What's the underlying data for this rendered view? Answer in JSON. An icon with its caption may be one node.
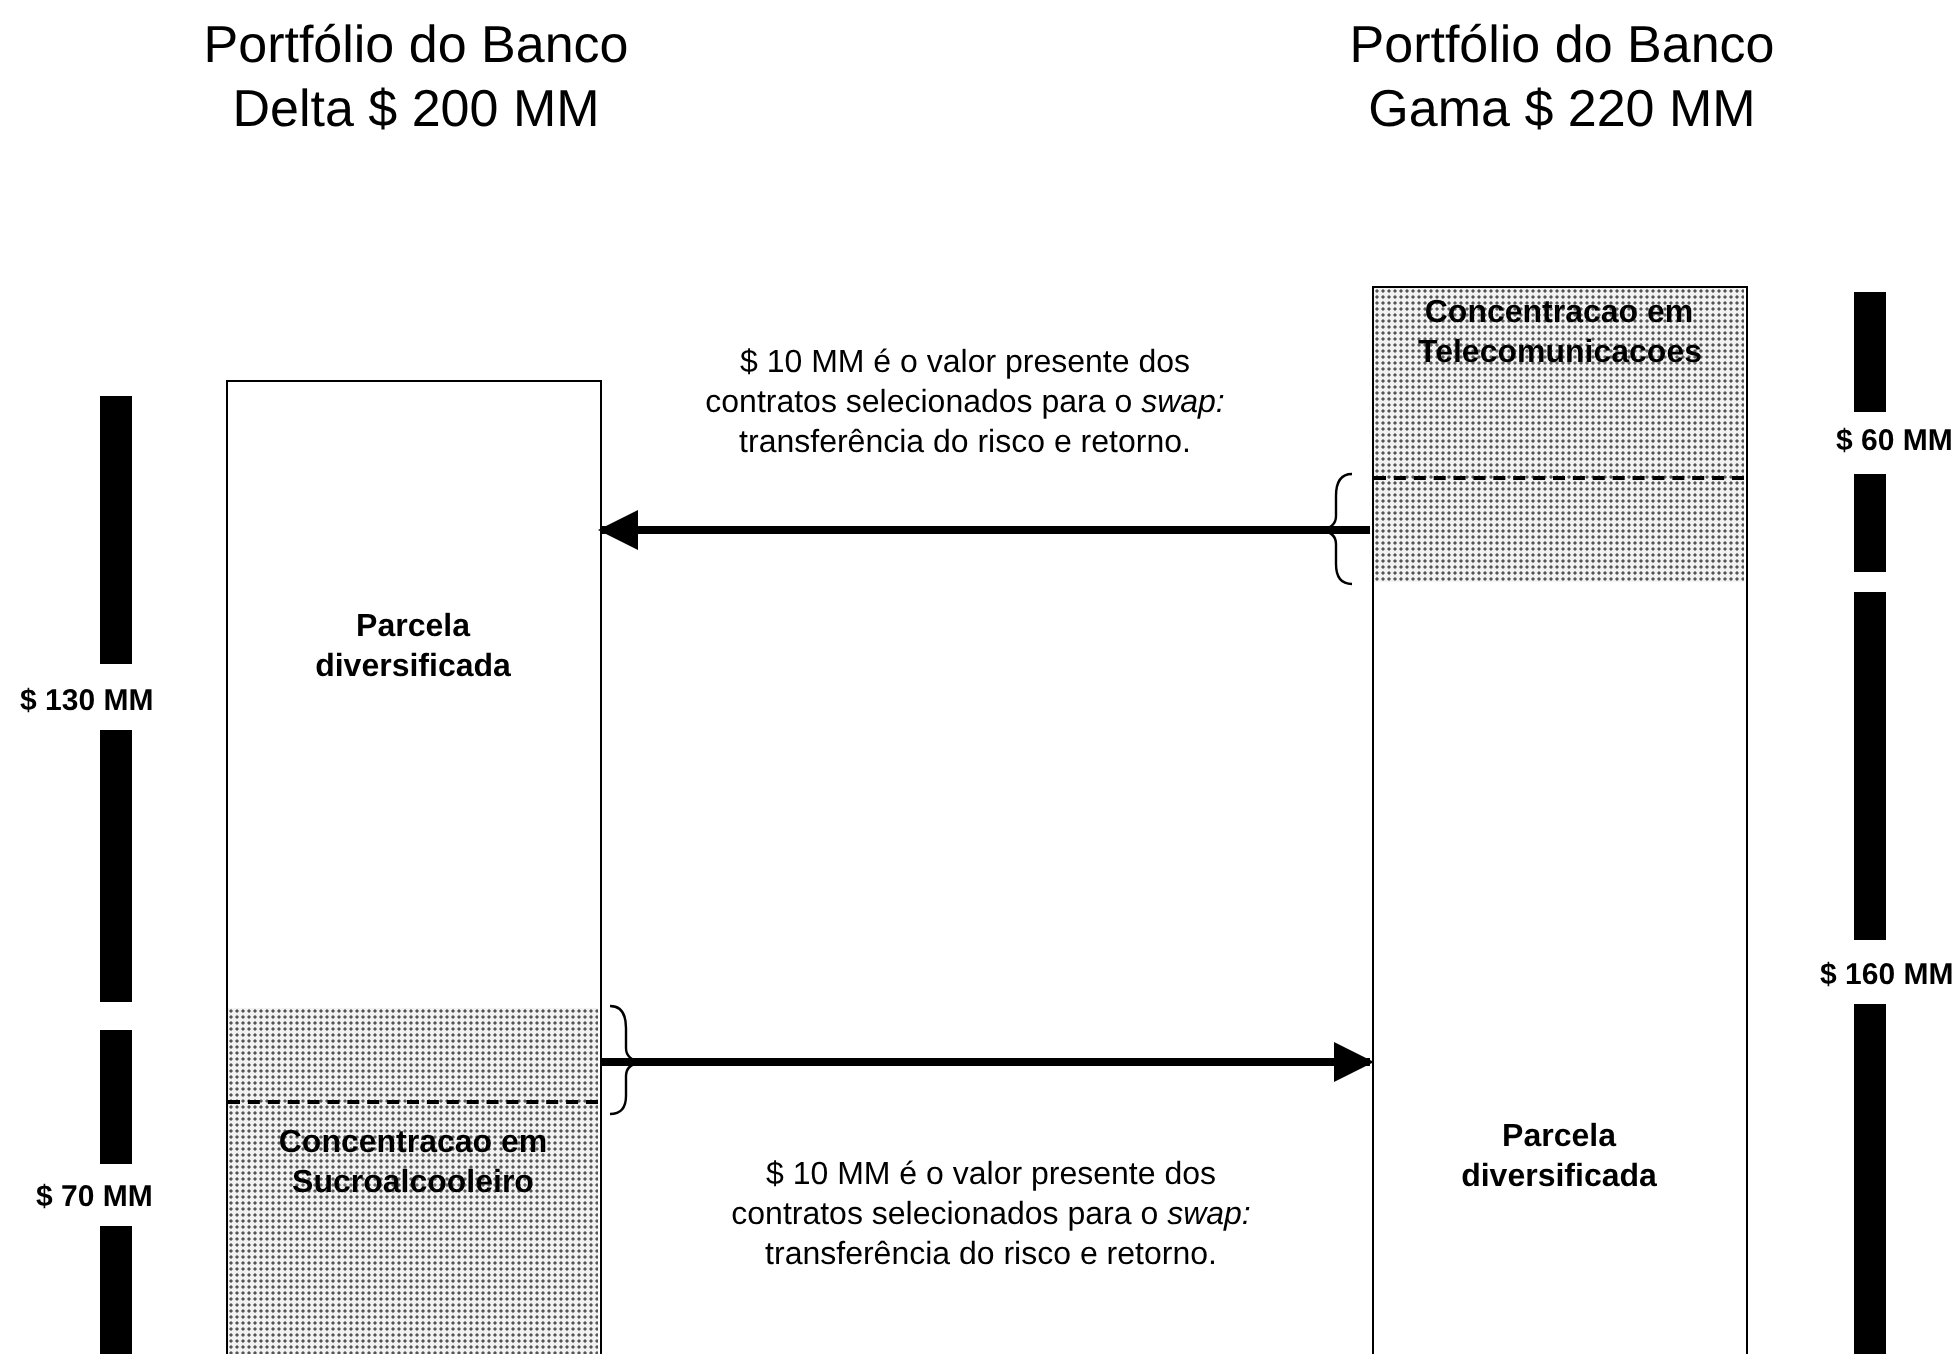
{
  "diagram": {
    "nodes": [
      {
        "text": [
          "Portfólio do Banco Delta $ 200 MM"
        ]
      },
      {
        "text": [
          "Parcela diversificada"
        ],
        "in": 0
      },
      {
        "text": [
          "Concentracao em Sucroalcooleiro"
        ],
        "in": 0
      },
      {
        "text": [
          "Portfólio do Banco Gama $ 220 MM"
        ]
      },
      {
        "text": [
          "Concentracao em Telecomunicacoes"
        ],
        "in": 3
      },
      {
        "text": [
          "Parcela diversificada"
        ],
        "in": 3
      },
      {
        "text": [],
        "shape": "box",
        "in": 4
      },
      {
        "text": [],
        "shape": "box",
        "in": 2
      }
    ],
    "edges": [
      {
        "from": 6,
        "to": 1,
        "arrow": "to",
        "label": "$ 10 MM é o valor presente dos contratos selecionados para o *swap:* transferência do risco e retorno."
      },
      {
        "from": 7,
        "to": 5,
        "arrow": "to",
        "label": "$ 10 MM é o valor presente dos contratos selecionados para o *swap:* transferência do risco e retorno."
      }
    ],
    "labels": [
      "$ 60 MM",
      "$ 130 MM",
      "$ 160 MM",
      "$ 70 MM"
    ]
  }
}
